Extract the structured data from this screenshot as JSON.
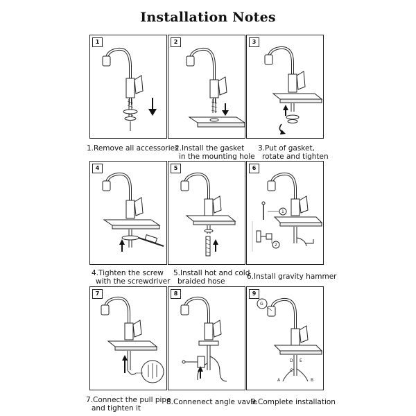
{
  "page": {
    "title": "Installation Notes"
  },
  "steps": [
    {
      "number": "1",
      "caption": [
        "1.Remove all accessories"
      ]
    },
    {
      "number": "2",
      "caption": [
        "2.Install the gasket",
        "in the mounting hole"
      ]
    },
    {
      "number": "3",
      "caption": [
        "3.Put of gasket,",
        "rotate and tighten"
      ]
    },
    {
      "number": "4",
      "caption": [
        "4.Tighten the screw",
        "with the screwdriver"
      ]
    },
    {
      "number": "5",
      "caption": [
        "5.Install hot and cold",
        "braided hose"
      ]
    },
    {
      "number": "6",
      "caption": [
        "6.Install gravity hammer"
      ]
    },
    {
      "number": "7",
      "caption": [
        "7.Connect the pull pipe",
        "and tighten it"
      ]
    },
    {
      "number": "8",
      "caption": [
        "8.Connenect angle vavle"
      ]
    },
    {
      "number": "9",
      "caption": [
        "9.Complete installation"
      ]
    }
  ],
  "callouts": {
    "step6": [
      "1",
      "2"
    ],
    "step9": [
      "G",
      "D",
      "E",
      "C",
      "A",
      "B"
    ]
  }
}
